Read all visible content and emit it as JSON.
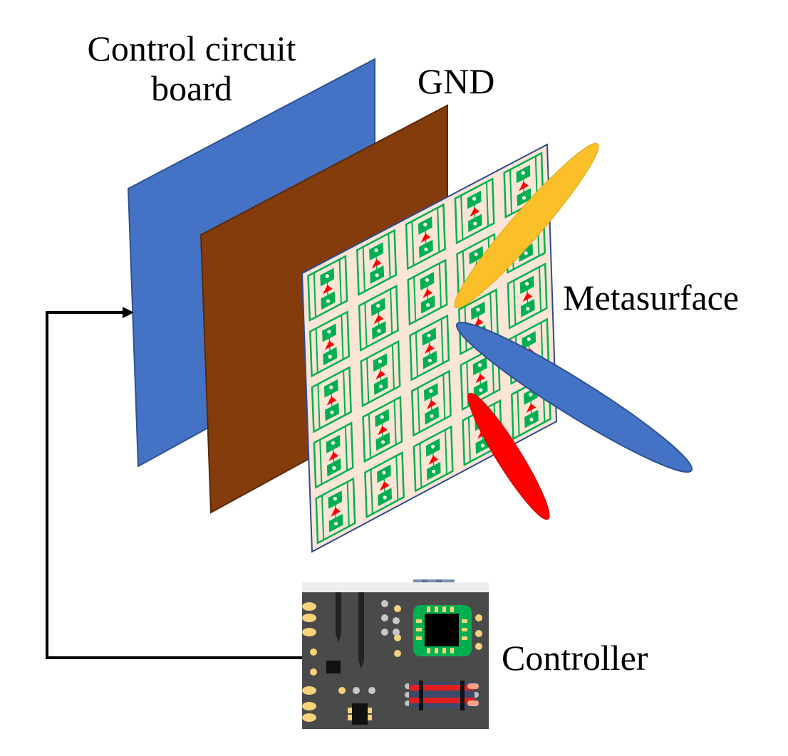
{
  "labels": {
    "control_board_line1": "Control circuit",
    "control_board_line2": "board",
    "gnd": "GND",
    "metasurface": "Metasurface",
    "controller": "Controller"
  },
  "colors": {
    "control_board": "#4472c4",
    "gnd": "#843c0c",
    "metasurface_bg": "#fbe5d6",
    "cell_stroke": "#00b050",
    "diode": "#ff0000",
    "beam_yellow": "#fbbf2a",
    "beam_blue": "#4472c4",
    "beam_red": "#ff0000",
    "controller_board": "#4a4a4a",
    "chip_pad": "#00b050",
    "pin_gold": "#f6d27a"
  },
  "metasurface": {
    "rows": 5,
    "cols": 5
  }
}
